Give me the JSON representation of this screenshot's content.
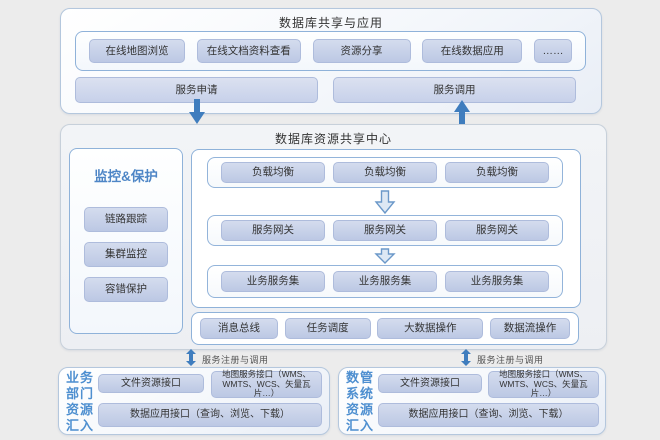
{
  "top_panel": {
    "title": "数据库共享与应用",
    "apps": [
      "在线地图浏览",
      "在线文档资料查看",
      "资源分享",
      "在线数据应用",
      "……"
    ],
    "service_request": "服务申请",
    "service_invoke": "服务调用"
  },
  "center_panel": {
    "title": "数据库资源共享中心",
    "monitor": {
      "title": "监控&保护",
      "items": [
        "链路跟踪",
        "集群监控",
        "容错保护"
      ]
    },
    "tiers": [
      {
        "items": [
          "负载均衡",
          "负载均衡",
          "负载均衡"
        ]
      },
      {
        "items": [
          "服务网关",
          "服务网关",
          "服务网关"
        ]
      },
      {
        "items": [
          "业务服务集",
          "业务服务集",
          "业务服务集"
        ]
      }
    ],
    "bus": [
      "消息总线",
      "任务调度",
      "大数据操作",
      "数据流操作"
    ]
  },
  "register_label": "服务注册与调用",
  "bottom_panels": [
    {
      "title": "业务\n部门\n资源\n汇入",
      "file_api": "文件资源接口",
      "map_api": "地图服务接口（WMS、WMTS、WCS、矢量瓦片…）",
      "data_api": "数据应用接口（查询、浏览、下载）"
    },
    {
      "title": "数管\n系统\n资源\n汇入",
      "file_api": "文件资源接口",
      "map_api": "地图服务接口（WMS、WMTS、WCS、矢量瓦片…）",
      "data_api": "数据应用接口（查询、浏览、下载）"
    }
  ],
  "colors": {
    "accent_arrow": "#3f7dbe",
    "chip_fill": "#c5cfe8",
    "group_border": "#8fb2d9",
    "blue_title": "#4e86c6",
    "canvas_bg": "#ececec"
  }
}
